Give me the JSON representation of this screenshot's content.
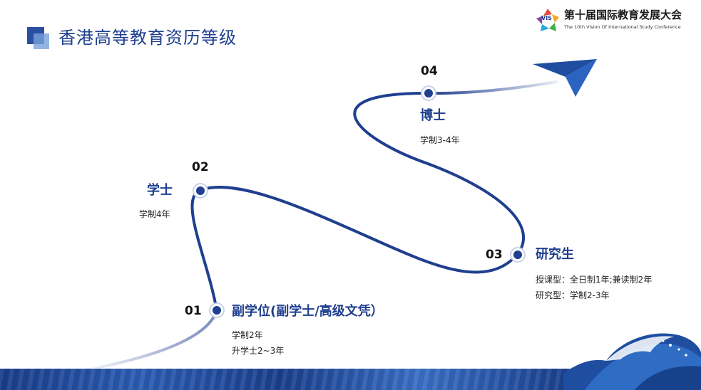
{
  "header": {
    "title": "香港高等教育资历等级"
  },
  "conference": {
    "logo_text": "VIS",
    "name": "第十届国际教育发展大会",
    "subtitle": "The 10th Vision Of International Study Conference"
  },
  "steps": [
    {
      "number": "01",
      "title": "副学位(副学士/高级文凭）",
      "desc": [
        "学制2年",
        "升学士2~3年"
      ]
    },
    {
      "number": "02",
      "title": "学士",
      "desc": [
        "学制4年"
      ]
    },
    {
      "number": "03",
      "title": "研究生",
      "desc": [
        "授课型：全日制1年;兼读制2年",
        "研究型：学制2-3年"
      ]
    },
    {
      "number": "04",
      "title": "博士",
      "desc": [
        "学制3-4年"
      ]
    }
  ],
  "colors": {
    "primary": "#1f3f8f",
    "accent": "#2b4fa0"
  },
  "icons": {
    "title": "title-squares-icon",
    "plane": "paper-plane-icon",
    "wave": "wave-decoration-icon",
    "logo": "vis-logo-icon"
  }
}
